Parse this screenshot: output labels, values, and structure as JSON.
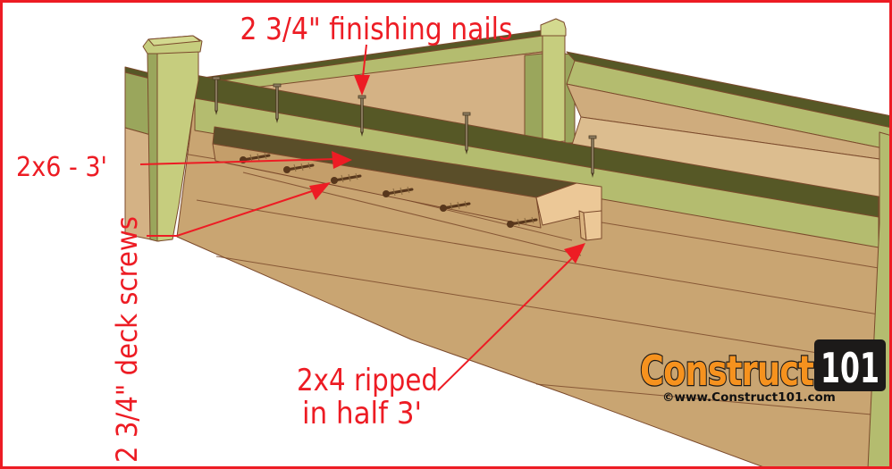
{
  "annotations": {
    "finishing_nails": "2 3/4\" finishing nails",
    "board_2x6": "2x6 - 3'",
    "deck_screws": "2 3/4\" deck screws",
    "ripped_2x4_line1": "2x4 ripped",
    "ripped_2x4_line2": "in half 3'"
  },
  "logo": {
    "brand": "Construct",
    "brand_number": "101",
    "copyright": "©www.Construct101.com"
  },
  "colors": {
    "annotation_red": "#ed1c24",
    "border_red": "#ed1c24",
    "logo_orange": "#f6921e",
    "logo_black": "#1c1a19",
    "wood_wall": "#c9a572",
    "wood_wall_back": "#d4b285",
    "wood_floor": "#dcbd8f",
    "wood_right_wall": "#cfac7d",
    "rail_green": "#b4bc6f",
    "rail_green_light": "#c6cd7e",
    "rail_green_dark": "#9aa65c",
    "cap_green_top": "#d3d98f",
    "rail_top_olive": "#565826",
    "shelf_top": "#5a4e29",
    "shelf_face": "#c49e6a",
    "shelf_end": "#ecc897",
    "shelf_end_shade": "#dab37f",
    "outline_brown": "#7b4a2c",
    "nail_gray": "#8d7d62",
    "screw_brown": "#58371c"
  }
}
